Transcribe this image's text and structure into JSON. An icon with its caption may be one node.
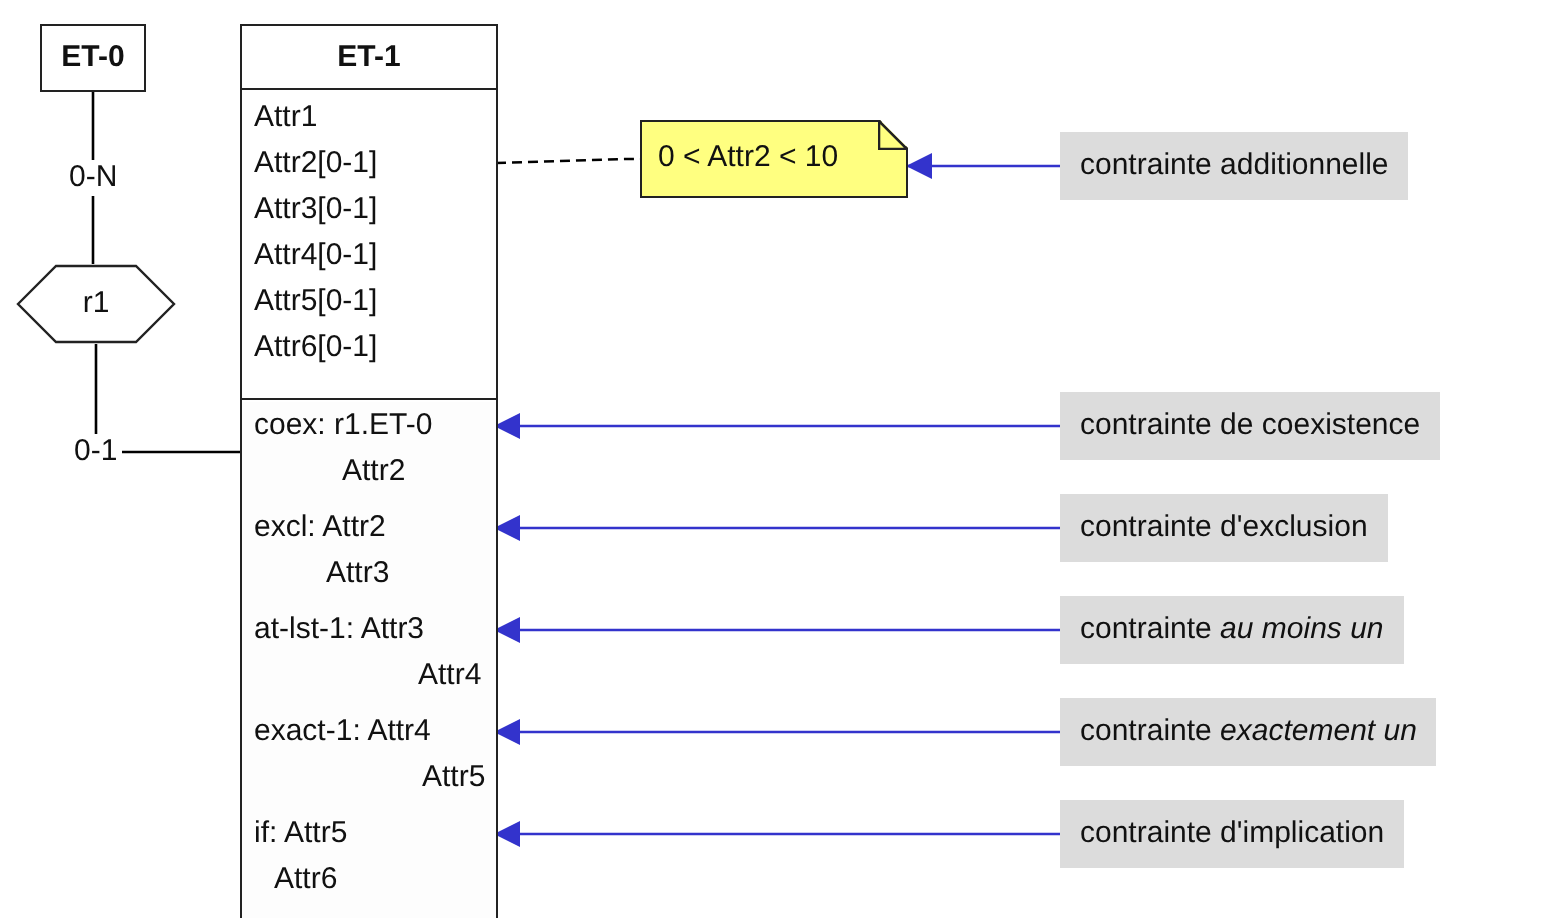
{
  "diagram": {
    "nodes": [
      {
        "text": [
          "ET-0"
        ]
      },
      {
        "text": [
          "r1"
        ]
      },
      {
        "text": [
          "ET-1"
        ]
      },
      {
        "text": [
          "Attr1"
        ],
        "in": 2
      },
      {
        "text": [
          "Attr2[0-1]"
        ],
        "in": 2
      },
      {
        "text": [
          "Attr3[0-1]"
        ],
        "in": 2
      },
      {
        "text": [
          "Attr4[0-1]"
        ],
        "in": 2
      },
      {
        "text": [
          "Attr5[0-1]"
        ],
        "in": 2
      },
      {
        "text": [
          "Attr6[0-1]"
        ],
        "in": 2
      },
      {
        "text": [
          "coex: r1.ET-0 Attr2"
        ],
        "in": 2
      },
      {
        "text": [
          "excl: Attr2 Attr3"
        ],
        "in": 2
      },
      {
        "text": [
          "at-lst-1: Attr3 Attr4"
        ],
        "in": 2
      },
      {
        "text": [
          "exact-1: Attr4 Attr5"
        ],
        "in": 2
      },
      {
        "text": [
          "if: Attr5 Attr6"
        ],
        "in": 2
      },
      {
        "text": [
          "0 < Attr2 < 10"
        ]
      },
      {
        "text": [
          "contrainte additionnelle"
        ]
      },
      {
        "text": [
          "contrainte de coexistence"
        ]
      },
      {
        "text": [
          "contrainte d'exclusion"
        ]
      },
      {
        "text": [
          "contrainte *au moins un*"
        ]
      },
      {
        "text": [
          "contrainte *exactement un*"
        ]
      },
      {
        "text": [
          "contrainte d'implication"
        ]
      }
    ],
    "edges": [
      {
        "from": 0,
        "to": 1,
        "arrow": "none",
        "label": "0-N",
        "color": "#000000"
      },
      {
        "from": 1,
        "to": 2,
        "arrow": "none",
        "label": "0-1",
        "color": "#000000"
      },
      {
        "from": 4,
        "to": 14,
        "arrow": "none",
        "style": "dashed",
        "color": "#000000"
      },
      {
        "from": 15,
        "to": 14,
        "arrow": "to",
        "color": "#3333cc"
      },
      {
        "from": 16,
        "to": 9,
        "arrow": "to",
        "color": "#3333cc"
      },
      {
        "from": 17,
        "to": 10,
        "arrow": "to",
        "color": "#3333cc"
      },
      {
        "from": 18,
        "to": 11,
        "arrow": "to",
        "color": "#3333cc"
      },
      {
        "from": 19,
        "to": 12,
        "arrow": "to",
        "color": "#3333cc"
      },
      {
        "from": 20,
        "to": 13,
        "arrow": "to",
        "color": "#3333cc"
      }
    ]
  }
}
